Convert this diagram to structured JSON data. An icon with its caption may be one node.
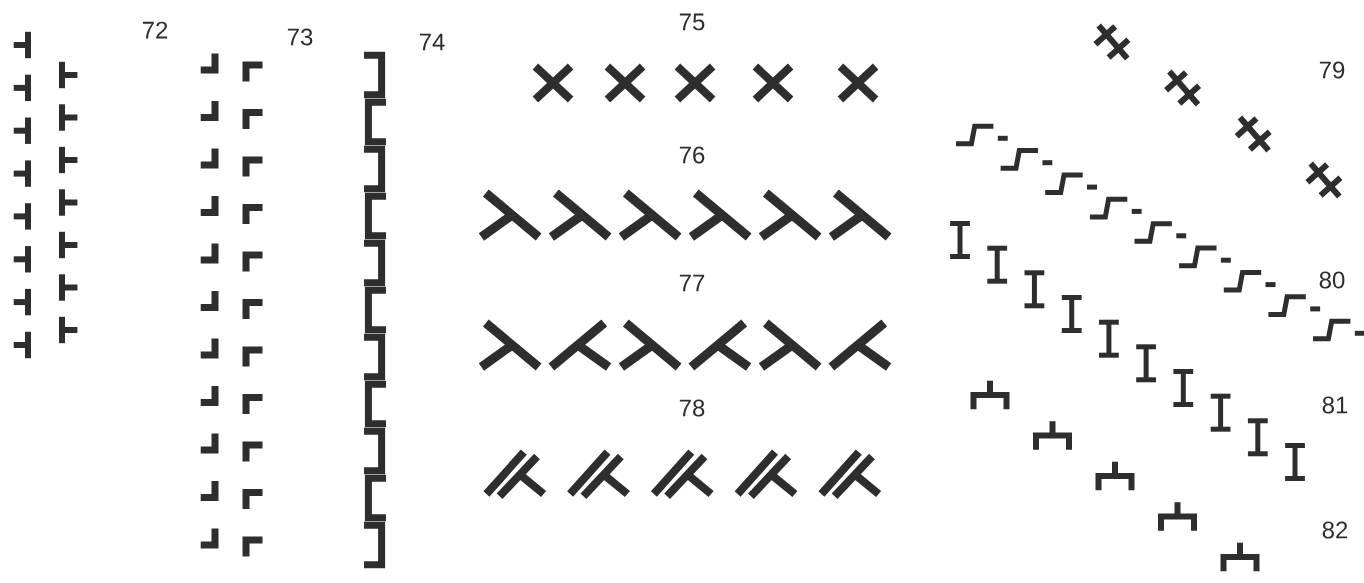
{
  "diagram": {
    "labels": [
      "72",
      "73",
      "74",
      "75",
      "76",
      "77",
      "78",
      "79",
      "80",
      "81",
      "82"
    ]
  }
}
